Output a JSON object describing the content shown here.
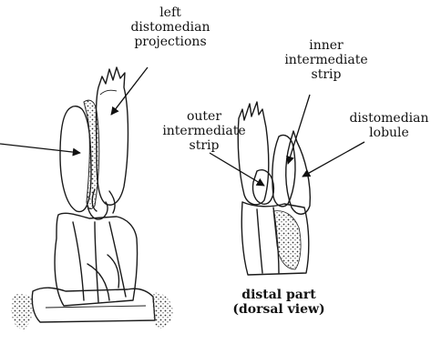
{
  "labels": {
    "left_distomedian": [
      "left",
      "distomedian",
      "projections"
    ],
    "inner_strip": [
      "inner",
      "intermediate",
      "strip"
    ],
    "outer_strip": [
      "outer",
      "intermediate",
      "strip"
    ],
    "distomedian_lobule": [
      "distomedian",
      "lobule"
    ]
  },
  "caption": [
    "distal part",
    "(dorsal view)"
  ]
}
